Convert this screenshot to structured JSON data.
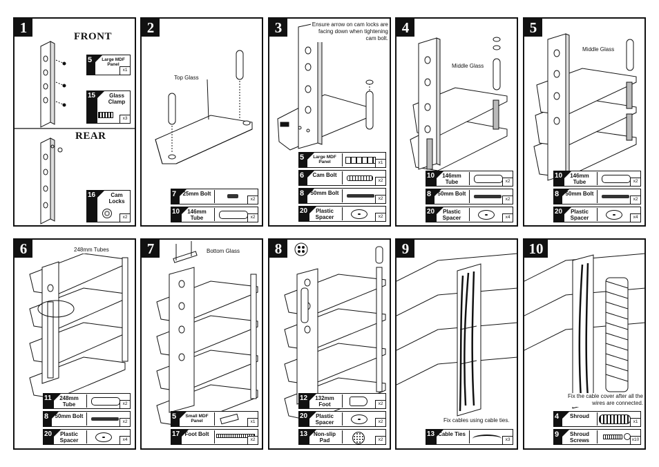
{
  "steps": [
    {
      "number": "1",
      "labels": {
        "front": "FRONT",
        "rear": "REAR"
      },
      "parts": [
        {
          "num": "5",
          "name": "Large MDF Panel",
          "qty": "x1",
          "icon": "mdf-panel-icon"
        },
        {
          "num": "15",
          "name": "Glass Clamp",
          "qty": "x3",
          "icon": "glass-clamp-icon"
        },
        {
          "num": "16",
          "name": "Cam Locks",
          "qty": "x2",
          "icon": "cam-lock-icon"
        }
      ]
    },
    {
      "number": "2",
      "note": "Top Glass",
      "parts": [
        {
          "num": "7",
          "name": "25mm Bolt",
          "qty": "x2",
          "icon": "bolt-icon"
        },
        {
          "num": "10",
          "name": "146mm Tube",
          "qty": "x2",
          "icon": "tube-icon"
        }
      ]
    },
    {
      "number": "3",
      "note": "Ensure arrow on cam locks are facing down when tightening cam bolt.",
      "parts": [
        {
          "num": "5",
          "name": "Large MDF Panel",
          "qty": "x1",
          "icon": "mdf-panel-icon"
        },
        {
          "num": "6",
          "name": "Cam Bolt",
          "qty": "x2",
          "icon": "cam-bolt-icon"
        },
        {
          "num": "8",
          "name": "50mm Bolt",
          "qty": "x2",
          "icon": "bolt-icon"
        },
        {
          "num": "20",
          "name": "Plastic Spacer",
          "qty": "x2",
          "icon": "spacer-icon"
        }
      ]
    },
    {
      "number": "4",
      "note": "Middle Glass",
      "parts": [
        {
          "num": "10",
          "name": "146mm Tube",
          "qty": "x2",
          "icon": "tube-icon"
        },
        {
          "num": "8",
          "name": "50mm Bolt",
          "qty": "x2",
          "icon": "bolt-icon"
        },
        {
          "num": "20",
          "name": "Plastic Spacer",
          "qty": "x4",
          "icon": "spacer-icon"
        }
      ]
    },
    {
      "number": "5",
      "note": "Middle Glass",
      "parts": [
        {
          "num": "10",
          "name": "146mm Tube",
          "qty": "x2",
          "icon": "tube-icon"
        },
        {
          "num": "8",
          "name": "50mm Bolt",
          "qty": "x2",
          "icon": "bolt-icon"
        },
        {
          "num": "20",
          "name": "Plastic Spacer",
          "qty": "x4",
          "icon": "spacer-icon"
        }
      ]
    },
    {
      "number": "6",
      "note": "248mm Tubes",
      "parts": [
        {
          "num": "11",
          "name": "248mm Tube",
          "qty": "x2",
          "icon": "tube-icon"
        },
        {
          "num": "8",
          "name": "50mm Bolt",
          "qty": "x2",
          "icon": "bolt-icon"
        },
        {
          "num": "20",
          "name": "Plastic Spacer",
          "qty": "x4",
          "icon": "spacer-icon"
        }
      ]
    },
    {
      "number": "7",
      "note": "Bottom Glass",
      "parts": [
        {
          "num": "5",
          "name": "Small MDF Panel",
          "qty": "x1",
          "icon": "small-mdf-panel-icon"
        },
        {
          "num": "17",
          "name": "Foot Bolt",
          "qty": "x2",
          "icon": "foot-bolt-icon"
        }
      ]
    },
    {
      "number": "8",
      "parts": [
        {
          "num": "12",
          "name": "132mm Foot",
          "qty": "x2",
          "icon": "foot-icon"
        },
        {
          "num": "20",
          "name": "Plastic Spacer",
          "qty": "x2",
          "icon": "spacer-icon"
        },
        {
          "num": "13",
          "name": "Non-slip Pad",
          "qty": "x2",
          "icon": "non-slip-pad-icon"
        }
      ]
    },
    {
      "number": "9",
      "note": "Fix cables using cable ties.",
      "parts": [
        {
          "num": "13",
          "name": "Cable Ties",
          "qty": "x3",
          "icon": "cable-tie-icon"
        }
      ]
    },
    {
      "number": "10",
      "note": "Fix the cable cover after all the wires are connected.",
      "parts": [
        {
          "num": "4",
          "name": "Shroud",
          "qty": "x1",
          "icon": "shroud-icon"
        },
        {
          "num": "9",
          "name": "Shroud Screws",
          "qty": "x10",
          "icon": "screw-icon"
        }
      ]
    }
  ]
}
